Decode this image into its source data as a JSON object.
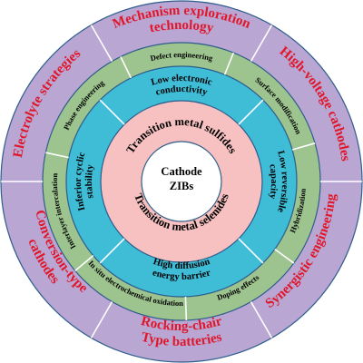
{
  "center": {
    "lines": [
      "Cathode",
      "ZIBs"
    ]
  },
  "materials": {
    "top": "Transition metal sulfides",
    "bottom": "Transition metal selenides"
  },
  "challenges": [
    {
      "lines": [
        "Low electronic",
        "conductivity"
      ]
    },
    {
      "lines": [
        "Low reversible",
        "capacity"
      ]
    },
    {
      "lines": [
        "High diffusion",
        "energy barrier"
      ]
    },
    {
      "lines": [
        "Inferior cyclic",
        "stability"
      ]
    }
  ],
  "modifications": [
    "Defect engineering",
    "Surface modification",
    "Hybridization",
    "Doping effects",
    "In situ electrochemical oxidation",
    "Interlayer intercalation",
    "Phase engineering"
  ],
  "strategies": [
    {
      "lines": [
        "Mechanism exploration",
        "technology"
      ]
    },
    {
      "lines": [
        "High-voltage cathodes"
      ]
    },
    {
      "lines": [
        "Synergistic engineering"
      ]
    },
    {
      "lines": [
        "Rocking-chair",
        "Type batteries"
      ]
    },
    {
      "lines": [
        "Conversion-type",
        "cathodes"
      ]
    },
    {
      "lines": [
        "Electrolyte strategies"
      ]
    }
  ],
  "colors": {
    "outer_ring": "#b9a6d3",
    "modification_ring": "#9dc38e",
    "challenge_ring": "#3fbcd6",
    "material_ring": "#f7c1c1",
    "center": "#ffffff",
    "divider": "#ffffff",
    "strategy_text": "#e0162a",
    "inner_text": "#000000"
  }
}
